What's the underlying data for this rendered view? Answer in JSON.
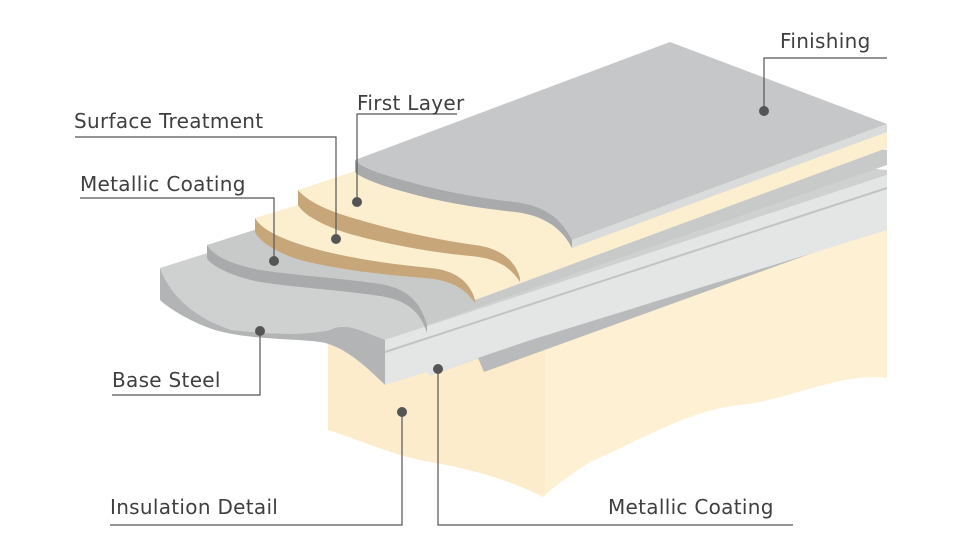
{
  "labels": {
    "finishing": "Finishing",
    "first_layer": "First Layer",
    "surface_treatment": "Surface Treatment",
    "metallic_coating_top": "Metallic Coating",
    "base_steel": "Base Steel",
    "insulation_detail": "Insulation Detail",
    "metallic_coating_bottom": "Metallic Coating"
  },
  "colors": {
    "finishing": "#c6c7c8",
    "first_layer": "#fcefd0",
    "surface_treatment": "#c7a77a",
    "base_steel": "#c9caca",
    "insulation": "#fdf0d3",
    "leader": "#555555"
  }
}
